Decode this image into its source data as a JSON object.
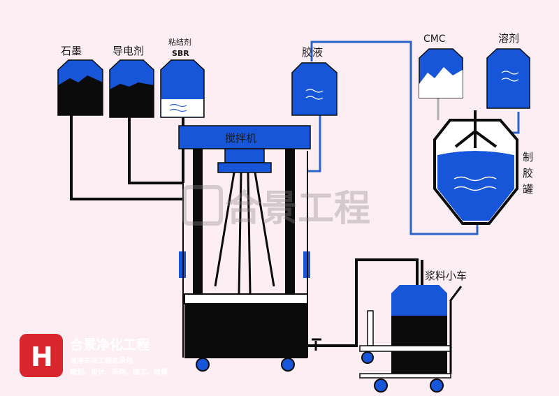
{
  "labels": {
    "graphite": "石墨",
    "conductive_agent": "导电剂",
    "binder": "粘结剂",
    "sbr": "SBR",
    "glue": "胶液",
    "cmc": "CMC",
    "solvent": "溶剂",
    "glue_tank": [
      "制",
      "胶",
      "罐"
    ],
    "mixer": "搅拌机",
    "slurry_cart": "浆料小车"
  },
  "watermark": "合景工程",
  "brand": {
    "logo_letter": "H",
    "name": "合景净化工程",
    "tagline1": "洁净车间工程总承包",
    "tagline2": "规划、设计、采购、施工、维保"
  },
  "colors": {
    "blue": "#1756d8",
    "black": "#0b0b0b",
    "pipe_blue": "#2b63c9",
    "background": "#fdeef3",
    "logo_red": "#d8262c"
  }
}
